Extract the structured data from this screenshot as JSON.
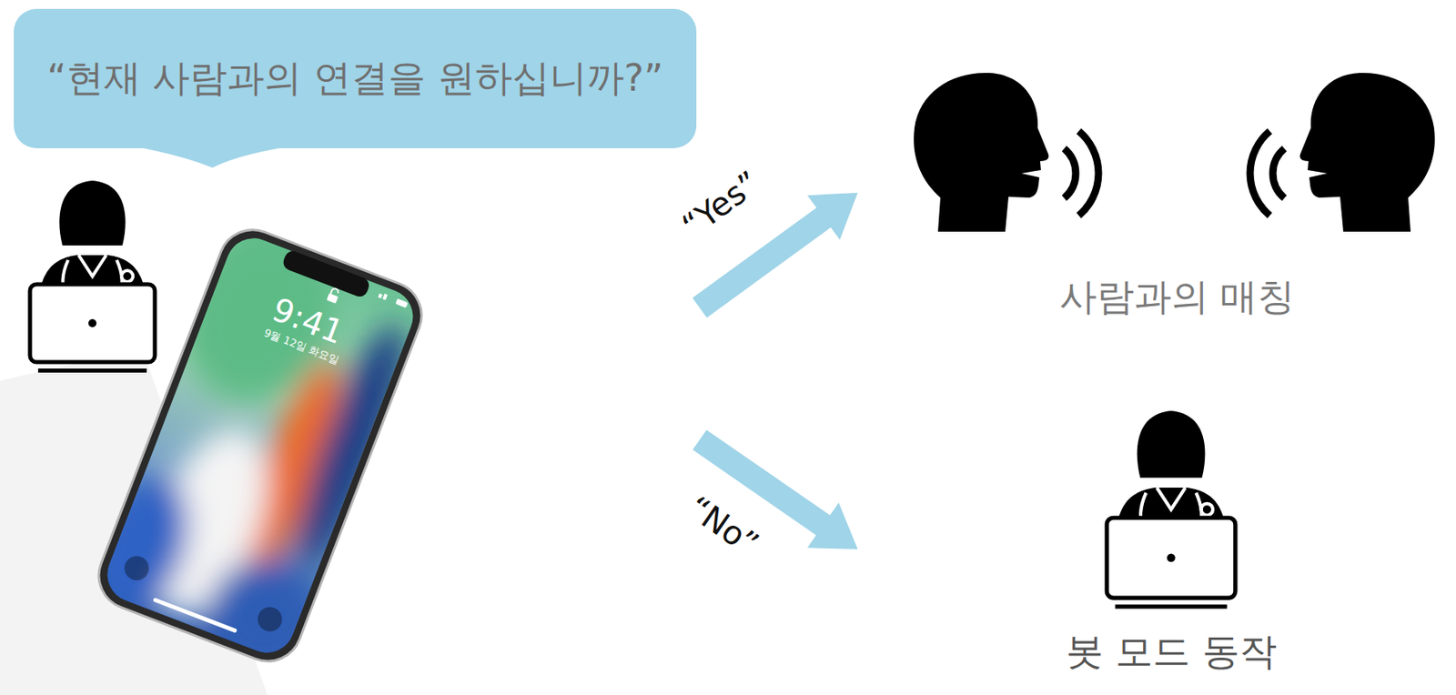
{
  "diagram": {
    "nodes": [
      {
        "text": [
          "“현재 사람과의 연결을 원하십니까?”"
        ]
      },
      {
        "text": [
          "사람과의 매칭"
        ]
      },
      {
        "text": [
          "봇 모드 동작"
        ]
      }
    ],
    "edges": [
      {
        "from": 0,
        "to": 1,
        "arrow": "to",
        "label": "“Yes”"
      },
      {
        "from": 0,
        "to": 2,
        "arrow": "to",
        "label": "“No”"
      }
    ],
    "labels": [
      "9:41",
      "9월 12일 화요일"
    ]
  }
}
